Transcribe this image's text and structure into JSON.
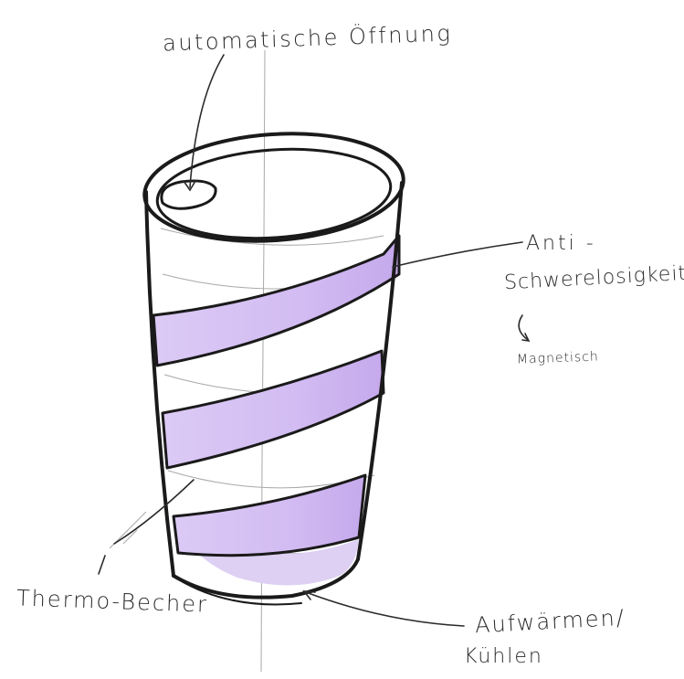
{
  "labels": {
    "top": "automatische Öffnung",
    "anti_line1": "Anti -",
    "anti_line2": "Schwerelosigkeit",
    "magnetic": "Magnetisch",
    "thermo": "Thermo-Becher",
    "warm_line1": "Aufwärmen/",
    "warm_line2": "Kühlen"
  },
  "colors": {
    "band": "#d7c4f3",
    "band_shadow": "#c6aceb",
    "ink": "#1a1a1a",
    "guide": "#9a9a9a"
  }
}
